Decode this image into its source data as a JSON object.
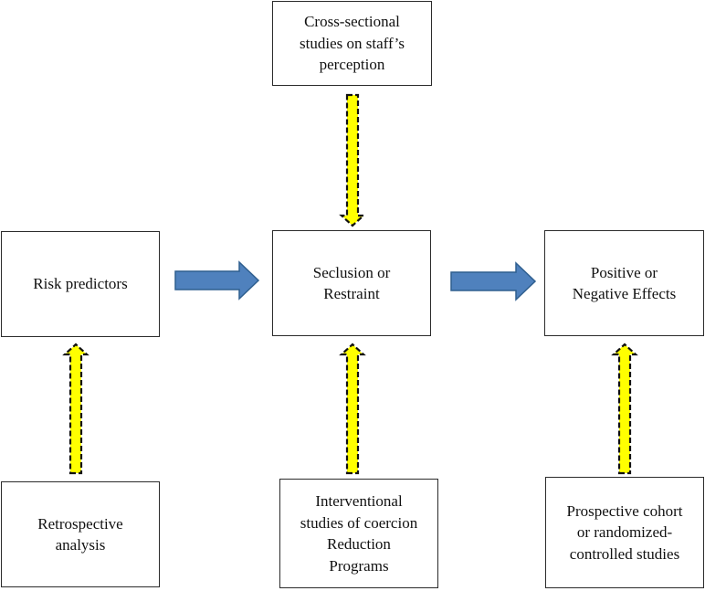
{
  "diagram": {
    "nodes": {
      "staff_perception": {
        "lines": [
          "Cross-sectional",
          "studies on staff’s",
          "perception"
        ]
      },
      "risk_predictors": {
        "lines": [
          "Risk predictors"
        ]
      },
      "seclusion_restraint": {
        "lines": [
          "Seclusion or",
          "Restraint"
        ]
      },
      "effects": {
        "lines": [
          "Positive or",
          "Negative Effects"
        ]
      },
      "retrospective": {
        "lines": [
          "Retrospective",
          "analysis"
        ]
      },
      "interventional": {
        "lines": [
          "Interventional",
          "studies of coercion",
          "Reduction",
          "Programs"
        ]
      },
      "prospective": {
        "lines": [
          "Prospective cohort",
          "or randomized-",
          "controlled studies"
        ]
      }
    },
    "colors": {
      "block_arrow_fill": "#4f81bd",
      "block_arrow_stroke": "#2f5f8f",
      "dashed_arrow_fill": "#ffff00",
      "dashed_arrow_stroke": "#111111"
    }
  }
}
